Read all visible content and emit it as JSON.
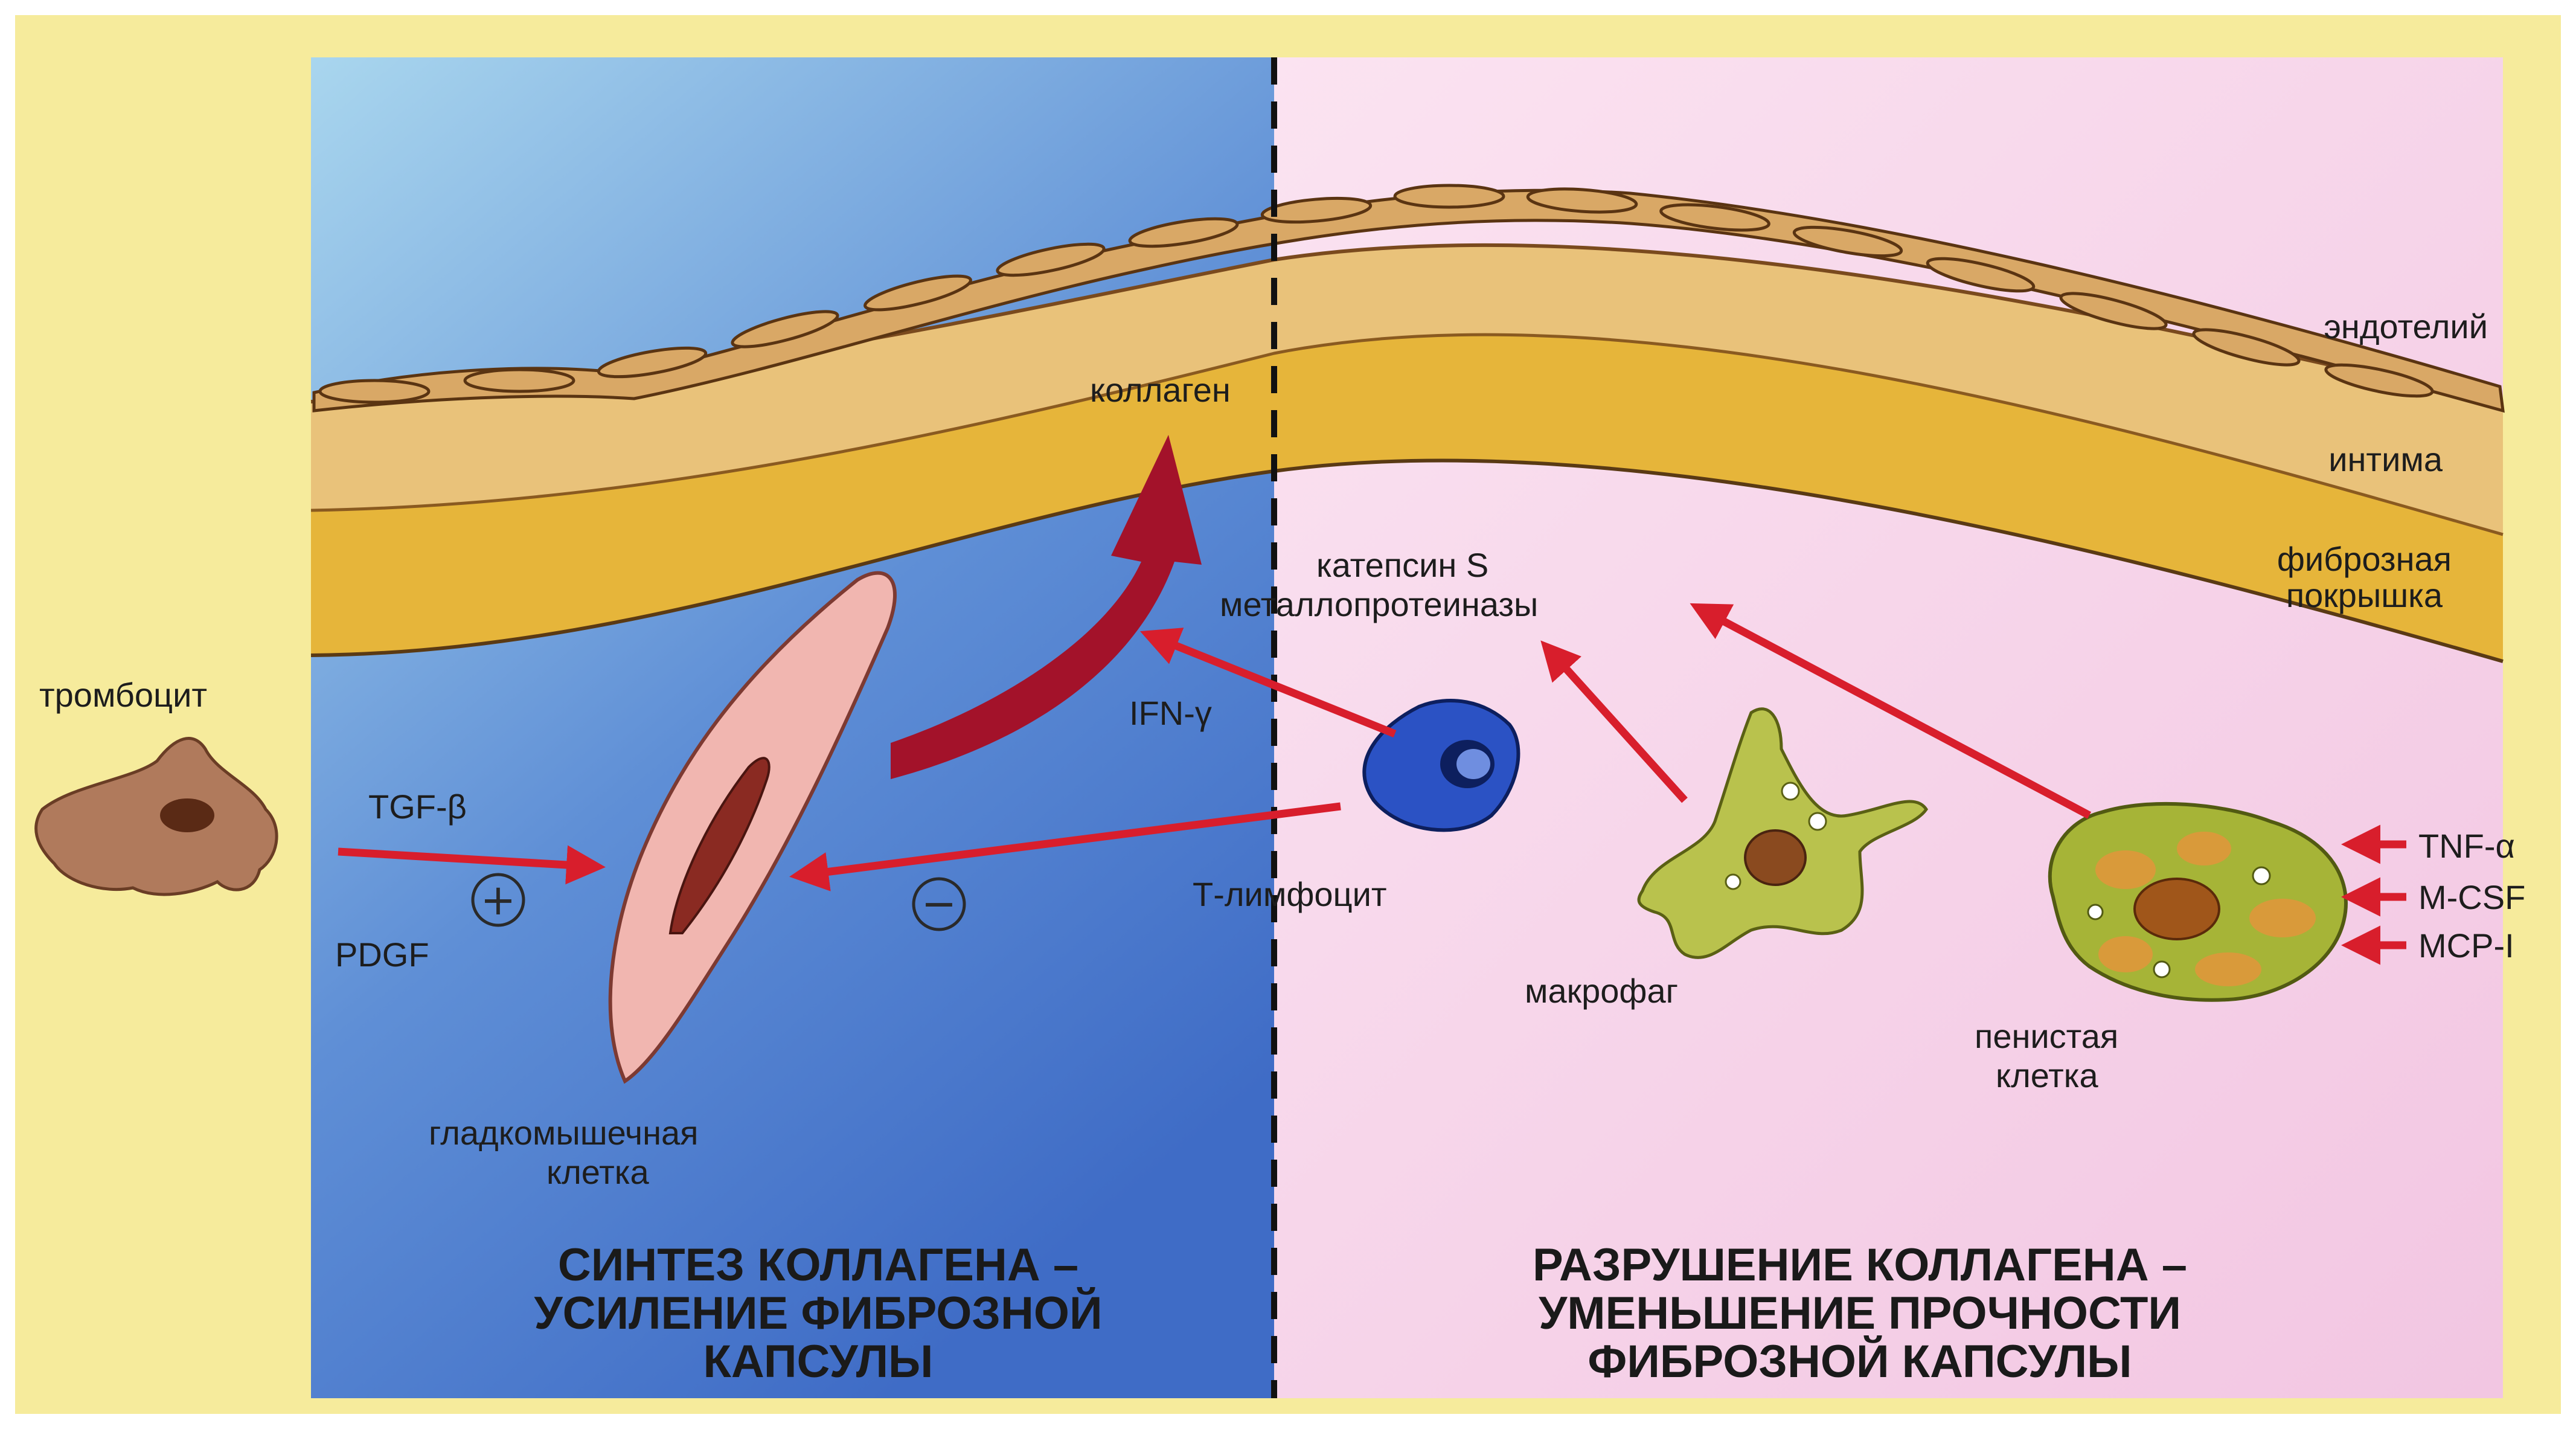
{
  "labels": {
    "endothelium": "эндотелий",
    "intima": "интима",
    "fibrous_cap_line1": "фиброзная",
    "fibrous_cap_line2": "покрышка",
    "collagen": "коллаген",
    "cathepsin": "катепсин S",
    "metalloproteinases": "металлопротеиназы",
    "platelet": "тромбоцит",
    "tgf_beta": "TGF-β",
    "pdgf": "PDGF",
    "plus": "+",
    "minus": "−",
    "ifn_gamma": "IFN-γ",
    "t_lymphocyte": "Т-лимфоцит",
    "macrophage": "макрофаг",
    "foam_cell_line1": "пенистая",
    "foam_cell_line2": "клетка",
    "smooth_muscle_line1": "гладкомышечная",
    "smooth_muscle_line2": "клетка",
    "tnf_alpha": "TNF-α",
    "m_csf": "M-CSF",
    "mcp_1": "MCP-I"
  },
  "titles": {
    "left_line1": "СИНТЕЗ КОЛЛАГЕНА –",
    "left_line2": "УСИЛЕНИЕ ФИБРОЗНОЙ",
    "left_line3": "КАПСУЛЫ",
    "right_line1": "РАЗРУШЕНИЕ КОЛЛАГЕНА –",
    "right_line2": "УМЕНЬШЕНИЕ ПРОЧНОСТИ",
    "right_line3": "ФИБРОЗНОЙ КАПСУЛЫ"
  },
  "colors": {
    "frame": "#f6eb9c",
    "left_panel_top": "#a9d6ee",
    "left_panel_bottom": "#3f6cc6",
    "right_panel": "#f7d3ea",
    "intima": "#e9c27a",
    "fibrous_cap": "#e6b53a",
    "endothelium": "#d9a866",
    "arrow": "#d81e2c",
    "collagen_arrow": "#a3122a",
    "smooth_muscle": "#f1b6b0",
    "t_cell": "#2b52c4",
    "macrophage": "#b9c24d",
    "foam_cell": "#a6b437",
    "platelet": "#b07a5c"
  }
}
